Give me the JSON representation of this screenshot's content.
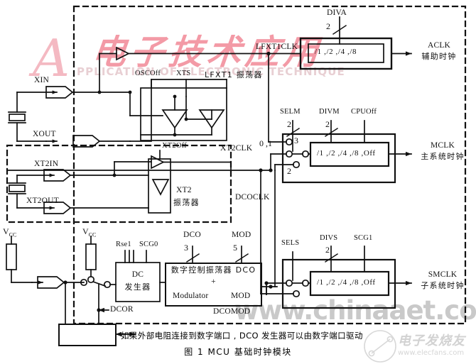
{
  "figure": {
    "caption": "图 1  MCU 基础时钟模块",
    "note": "如果外部电阻连接到数字端口 , DCO 发生器可以由数字端口驱动"
  },
  "watermark": {
    "letter": "A",
    "chinese": "电子技术应用",
    "english": "PPLICATION OF ELECTRONIC TECHNIQUE",
    "site": "www.chinaaet.com",
    "elecfans_cn": "电子发烧友",
    "elecfans_url": "www.elecfans.com"
  },
  "oscillators": {
    "lfxt1": {
      "pin_in": "XIN",
      "pin_out": "XOUT",
      "ctrl_oscoff": "OSCOff",
      "ctrl_xts": "XTS",
      "name": "LFXT1 振荡器",
      "clk_out": "LFXT1CLK"
    },
    "xt2": {
      "pin_in": "XT2IN",
      "pin_out": "XT2OUT",
      "ctrl_off": "XT2Off",
      "name_line1": "XT2",
      "name_line2": "振荡器",
      "clk_out": "XT2CLK"
    },
    "dco": {
      "vcc": "V",
      "vcc_sub": "CC",
      "ctrl_rsel": "Rse1",
      "ctrl_scg0": "SCG0",
      "dc_gen_line1": "DC",
      "dc_gen_line2": "发生器",
      "dcor": "DCOR",
      "ctrl_dco": "DCO",
      "ctrl_dco_bits": "3",
      "ctrl_mod": "MOD",
      "ctrl_mod_bits": "5",
      "block_line1": "数字控制振荡器 DCO",
      "block_line2": "+",
      "block_line3_left": "Modulator",
      "block_line3_right": "MOD",
      "block_name": "DCOMOD",
      "clk_out": "DCOCLK"
    }
  },
  "clocks": {
    "aclk": {
      "ctrl": "DIVA",
      "ctrl_bits": "2",
      "divider": "/1 ,/2 ,/4 ,/8",
      "name": "ACLK",
      "name_cn": "辅助时钟"
    },
    "mclk": {
      "sel": "SELM",
      "sel_bits": "2",
      "div": "DIVM",
      "div_bits": "2",
      "off": "CPUOff",
      "divider": "/1 ,/2 ,/4 ,/8 ,Off",
      "name": "MCLK",
      "name_cn": "主系统时钟",
      "mux_in_01": "0 ,1",
      "mux_in_3": "3",
      "mux_in_2": "2"
    },
    "smclk": {
      "sel": "SELS",
      "div": "DIVS",
      "div_bits": "2",
      "off": "SCG1",
      "divider": "/1 ,/2 ,/4 ,/8 ,Off",
      "name": "SMCLK",
      "name_cn": "子系统时钟"
    }
  }
}
